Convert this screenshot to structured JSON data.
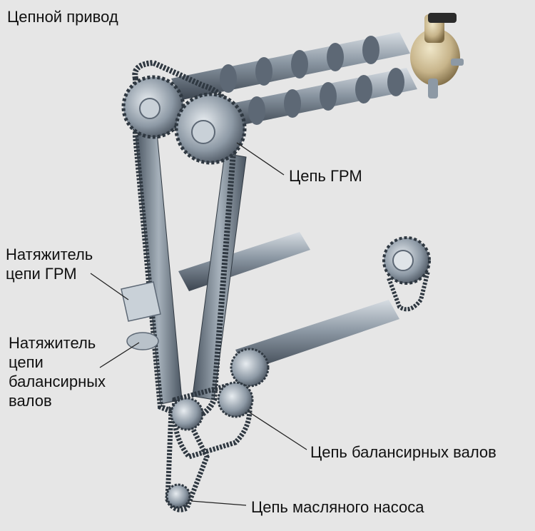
{
  "diagram": {
    "title": "Цепной привод",
    "labels": {
      "timing_chain": "Цепь ГРМ",
      "timing_chain_tensioner": "Натяжитель\nцепи ГРМ",
      "balance_chain_tensioner": "Натяжитель\nцепи\nбалансирных\nвалов",
      "balance_shaft_chain": "Цепь балансирных валов",
      "oil_pump_chain": "Цепь масляного насоса"
    },
    "colors": {
      "background": "#e6e6e6",
      "metal_dark": "#3c4550",
      "metal_mid": "#7a8794",
      "metal_light": "#c9d1d8",
      "brass": "#c7b48a",
      "leader_line": "#222222"
    }
  }
}
